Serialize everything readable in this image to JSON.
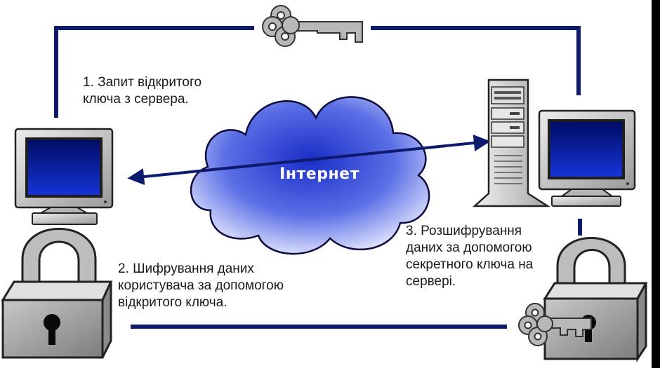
{
  "labels": {
    "step1": [
      "1. Запит відкритого",
      "ключа з сервера."
    ],
    "step2": [
      "2. Шифрування даних",
      "користувача за допомогою",
      "відкритого ключа."
    ],
    "step3": [
      "3. Розшифрування",
      "даних за допомогою",
      "секретного ключа на",
      "сервері."
    ],
    "cloud": "Інтернет"
  },
  "icons": {
    "client_computer": "monitor-icon",
    "server": "server-tower-icon",
    "server_monitor": "monitor-icon",
    "public_key": "key-icon",
    "client_lock": "padlock-icon",
    "server_lock": "padlock-icon",
    "private_key": "key-icon",
    "network": "cloud-icon"
  },
  "colors": {
    "line": "#0d1a6e",
    "cloud_dark": "#1a2ec8",
    "cloud_light": "#f2f4ff",
    "screen": "#0a1a9a"
  }
}
